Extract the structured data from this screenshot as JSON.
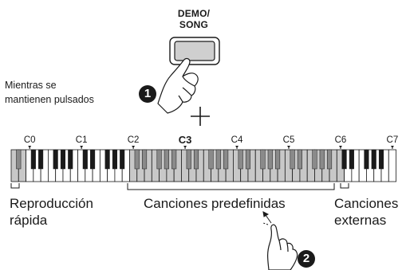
{
  "demo_song_button": {
    "line1": "DEMO/",
    "line2": "SONG"
  },
  "hold_instruction": {
    "line1": "Mientras se",
    "line2": "mantienen pulsados"
  },
  "steps": {
    "step1": "1",
    "step2": "2"
  },
  "plus_sign": "+",
  "octave_labels": [
    "C0",
    "C1",
    "C2",
    "C3",
    "C4",
    "C5",
    "C6",
    "C7"
  ],
  "highlighted_octave": "C3",
  "ranges": {
    "quick_playback": {
      "line1": "Reproducción",
      "line2": "rápida"
    },
    "preset_songs": "Canciones predefinidas",
    "external_songs": {
      "line1": "Canciones",
      "line2": "externas"
    }
  },
  "colors": {
    "black_key": "#1a1a1a",
    "black_key_grey": "#8a8a8a",
    "white_key_grey": "#c8c8c8",
    "white_key": "#ffffff",
    "marker": "#1a1a1a"
  }
}
